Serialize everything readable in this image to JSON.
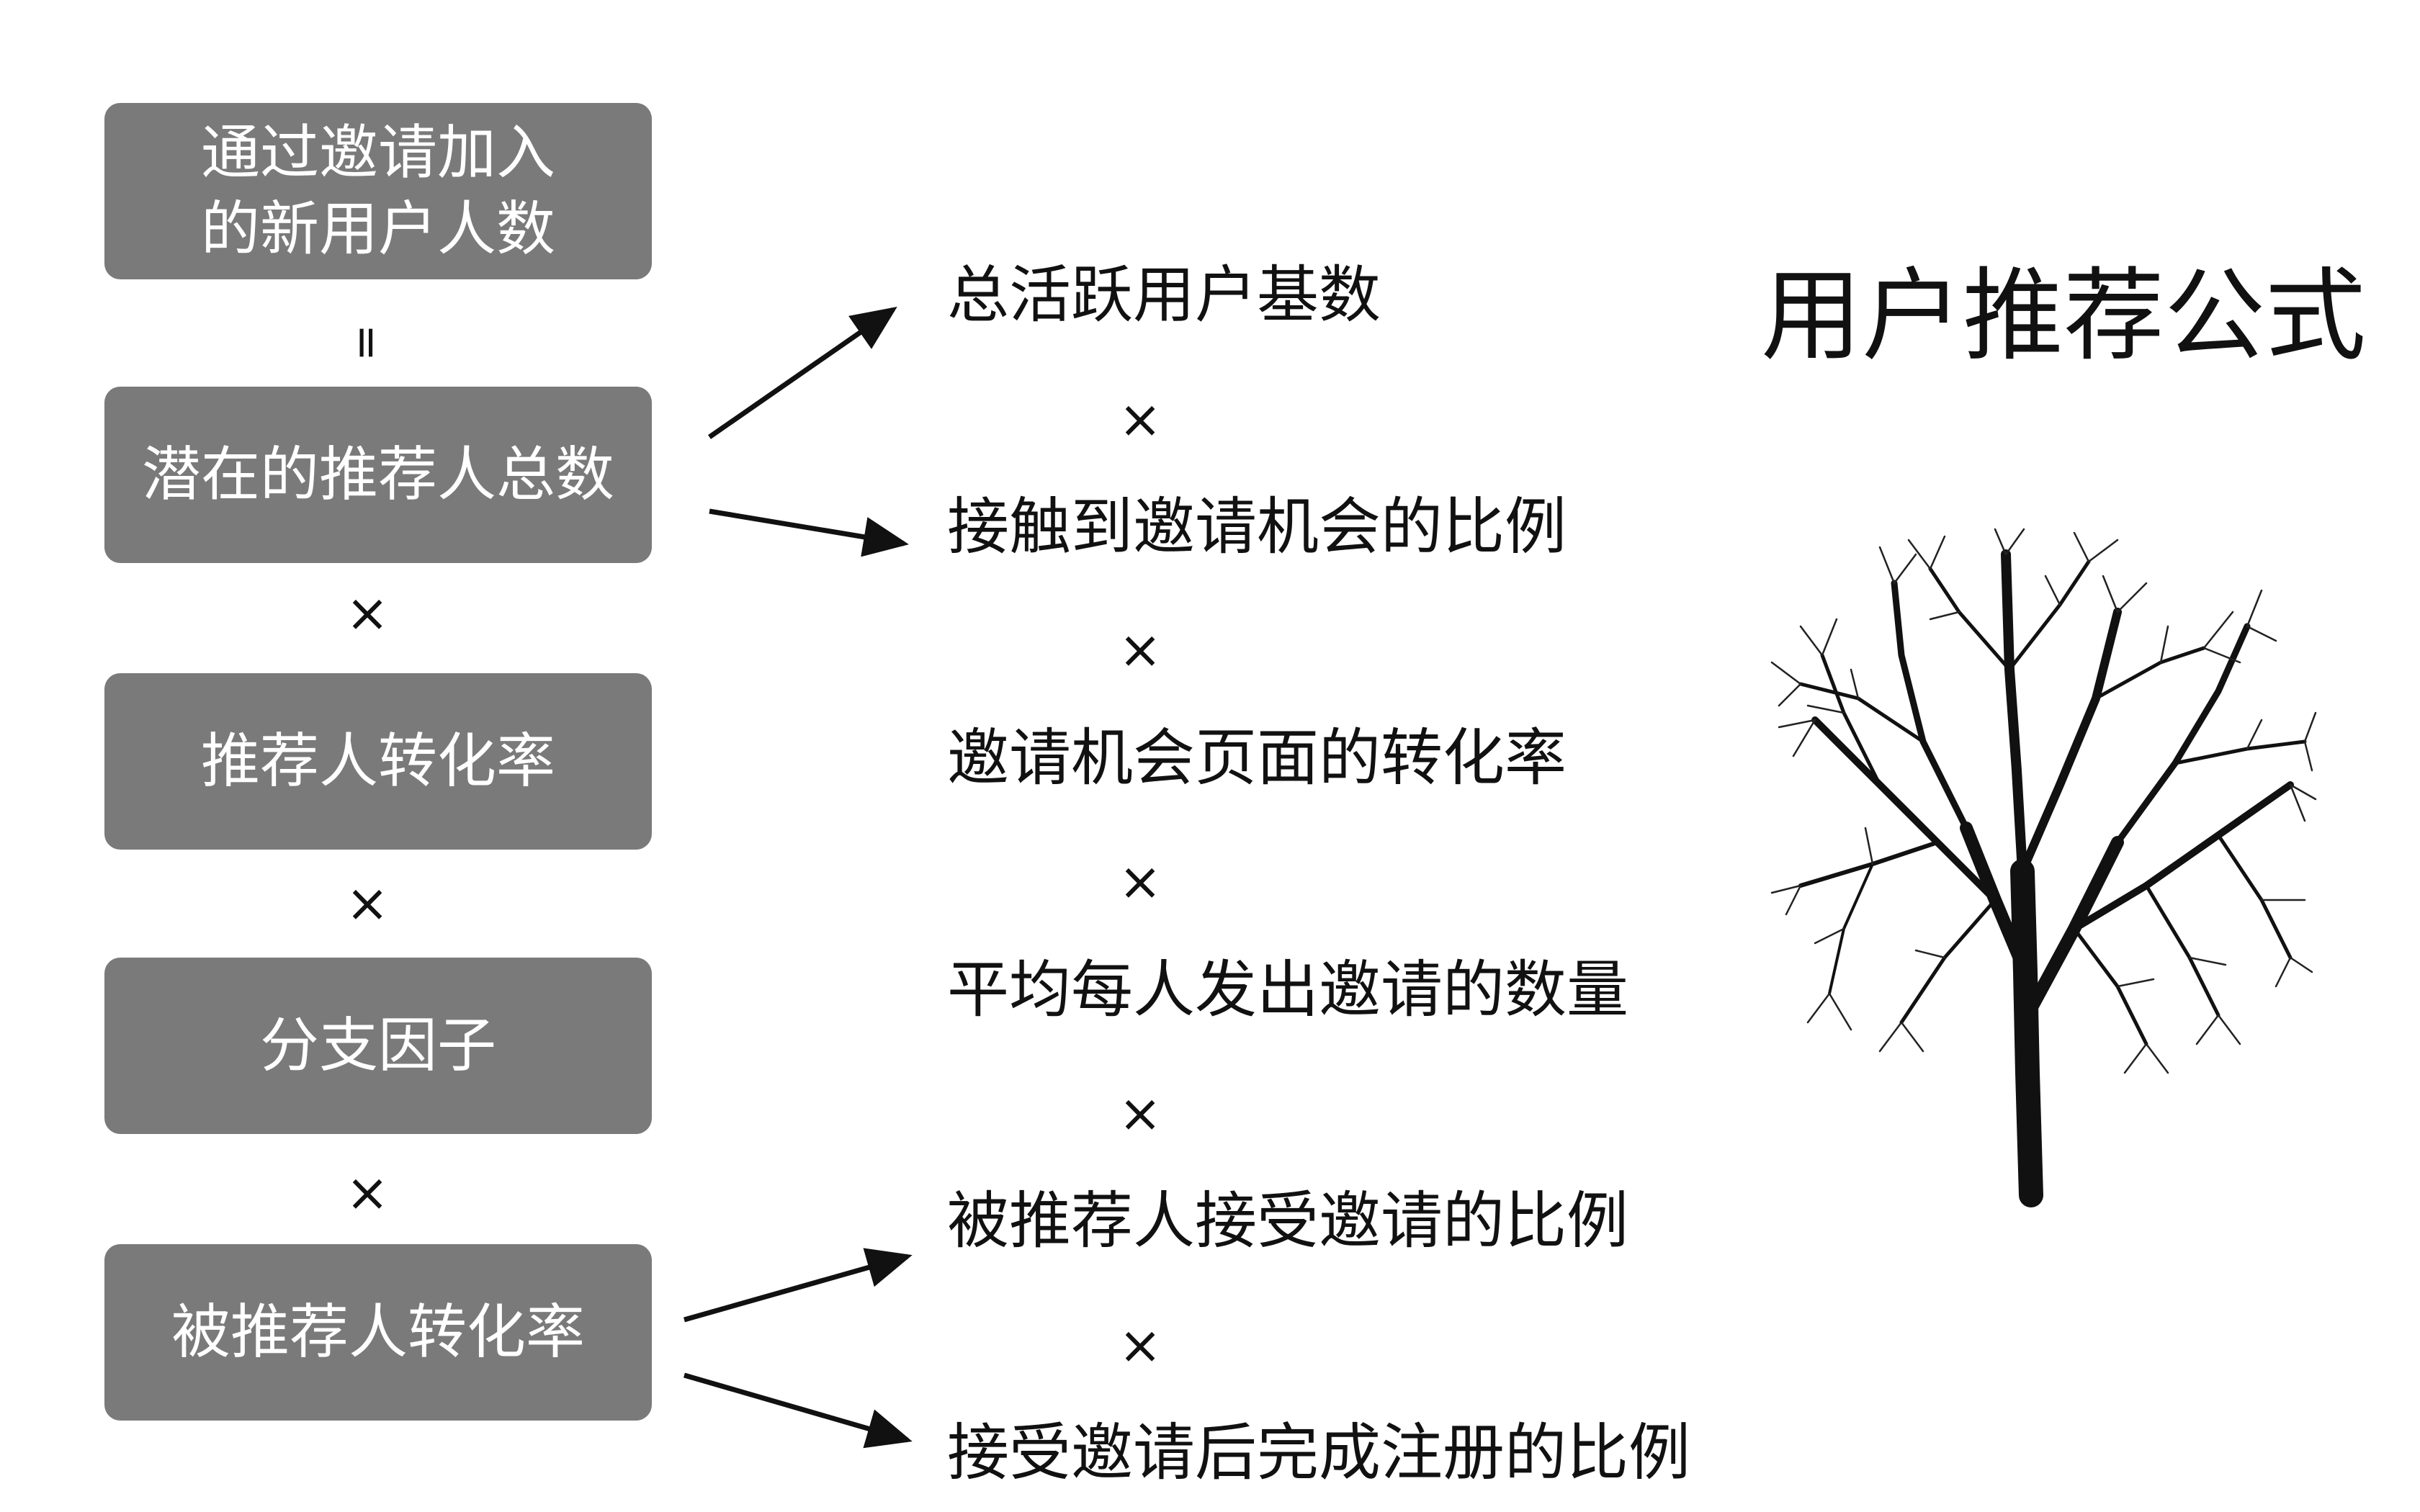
{
  "title": "用户推荐公式",
  "left_column": {
    "result_line1": "通过邀请加入",
    "result_line2": "的新用户人数",
    "equals": "=",
    "potential_referrers": "潜在的推荐人总数",
    "referrer_conversion": "推荐人转化率",
    "branching_factor": "分支因子",
    "referee_conversion": "被推荐人转化率",
    "times": "×"
  },
  "right_column": {
    "items": [
      "总活跃用户基数",
      "接触到邀请机会的比例",
      "邀请机会页面的转化率",
      "平均每人发出邀请的数量",
      "被推荐人接受邀请的比例",
      "接受邀请后完成注册的比例"
    ],
    "times": "×"
  },
  "colors": {
    "box_fill": "#7b7a7a",
    "box_text": "#ffffff",
    "text": "#111111"
  },
  "icons": [
    "tree-illustration",
    "arrow-icon"
  ]
}
